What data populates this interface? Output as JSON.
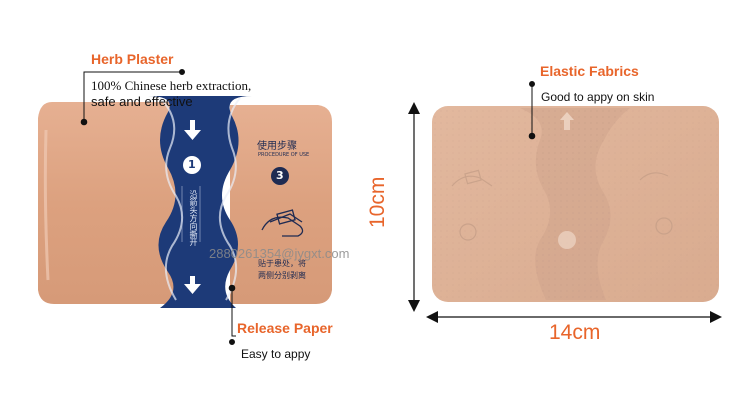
{
  "callouts": {
    "herb_plaster": {
      "title": "Herb Plaster",
      "line1": "100%  Chinese herb extraction,",
      "line2": "safe and effective"
    },
    "release_paper": {
      "title": "Release Paper",
      "text": "Easy to appy"
    },
    "elastic_fabrics": {
      "title": "Elastic Fabrics",
      "text": "Good to appy on skin"
    }
  },
  "dimensions": {
    "height": "10cm",
    "width": "14cm"
  },
  "watermark": "2880261354@jygxt.com",
  "package_print": {
    "usage_title": "使用步骤",
    "usage_subtitle": "PROCEDURE OF USE",
    "step_one": "1",
    "step_three": "3",
    "vertical_cn": "沿箭头方向撕开",
    "bottom_cn_line1": "贴于患处，将",
    "bottom_cn_line2": "两侧分别剥离"
  },
  "colors": {
    "accent": "#e8652b",
    "plaster": "#e0a885",
    "release_blue": "#1d3a78",
    "fabric": "#ddb39a"
  }
}
